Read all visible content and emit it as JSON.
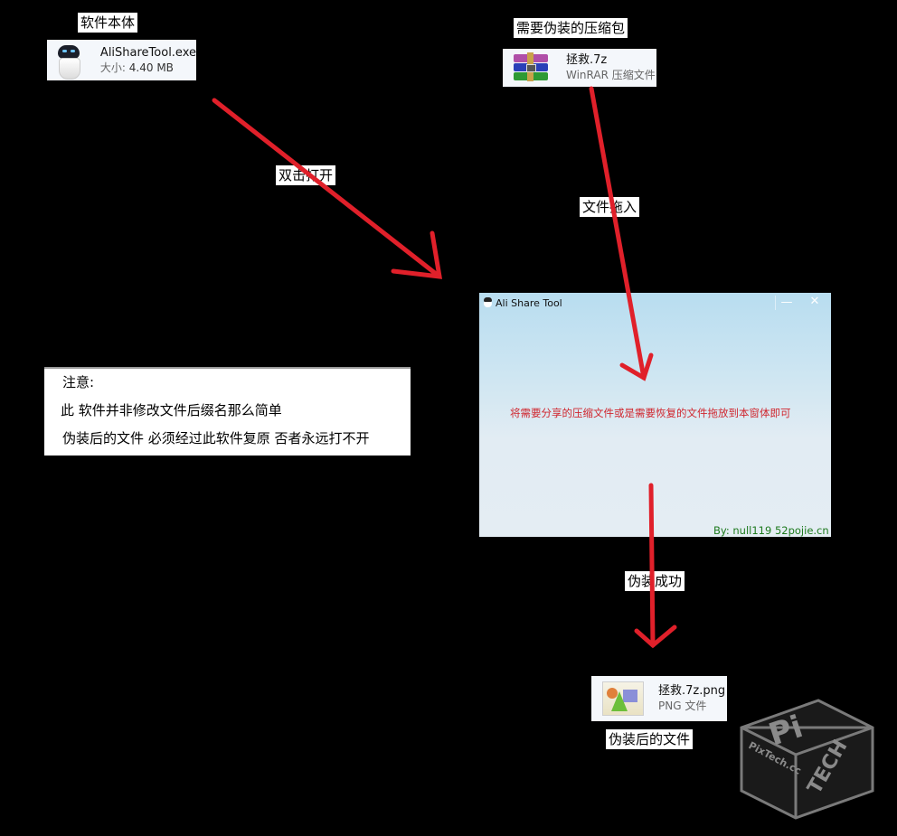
{
  "labels": {
    "software": "软件本体",
    "archive": "需要伪装的压缩包",
    "double_click": "双击打开",
    "drag_in": "文件拖入",
    "success": "伪装成功",
    "result": "伪装后的文件"
  },
  "software_file": {
    "icon": "robot-app-icon",
    "name": "AliShareTool.exe",
    "size_label": "大小:",
    "size_value": "4.40 MB"
  },
  "archive_file": {
    "icon": "winrar-archive-icon",
    "name": "拯救.7z",
    "type": "WinRAR 压缩文件"
  },
  "result_file": {
    "icon": "png-image-icon",
    "name": "拯救.7z.png",
    "type": "PNG 文件"
  },
  "note": {
    "title": "注意:",
    "line1": "此 软件并非修改文件后缀名那么简单",
    "line2": "伪装后的文件  必须经过此软件复原  否者永远打不开"
  },
  "app_window": {
    "title": "Ali Share Tool",
    "minimize": "—",
    "close": "✕",
    "message": "将需要分享的压缩文件或是需要恢复的文件拖放到本窗体即可",
    "credit": "By: null119  52pojie.cn"
  },
  "watermark": {
    "text": "PixTech.cc"
  },
  "colors": {
    "arrow": "#e0202a",
    "message": "#d0262e",
    "credit": "#1e7a1e"
  }
}
